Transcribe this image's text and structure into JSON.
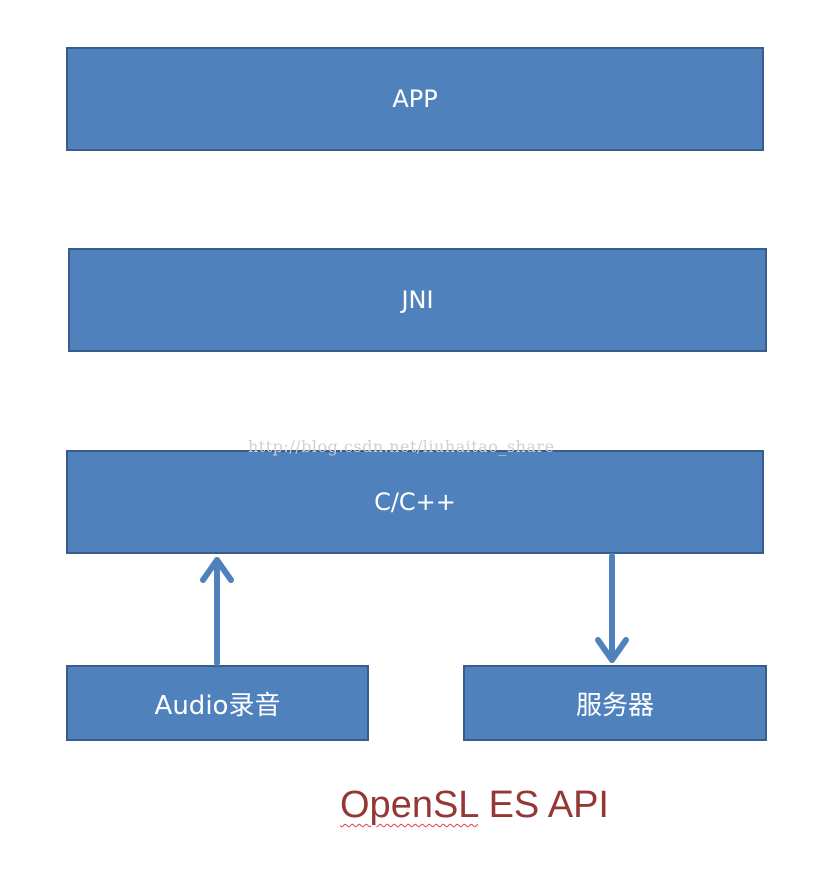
{
  "layers": {
    "app": "APP",
    "jni": "JNI",
    "cpp": "C/C++"
  },
  "bottom": {
    "audio": "Audio录音",
    "server": "服务器"
  },
  "watermark": "http://blog.csdn.net/liuhaitao_share",
  "api_title": {
    "underlined": "OpenSL",
    "rest": " ES API"
  },
  "colors": {
    "box_fill": "#4f81bd",
    "box_border": "#385d8a",
    "arrow": "#4f81bd",
    "title": "#953735"
  }
}
